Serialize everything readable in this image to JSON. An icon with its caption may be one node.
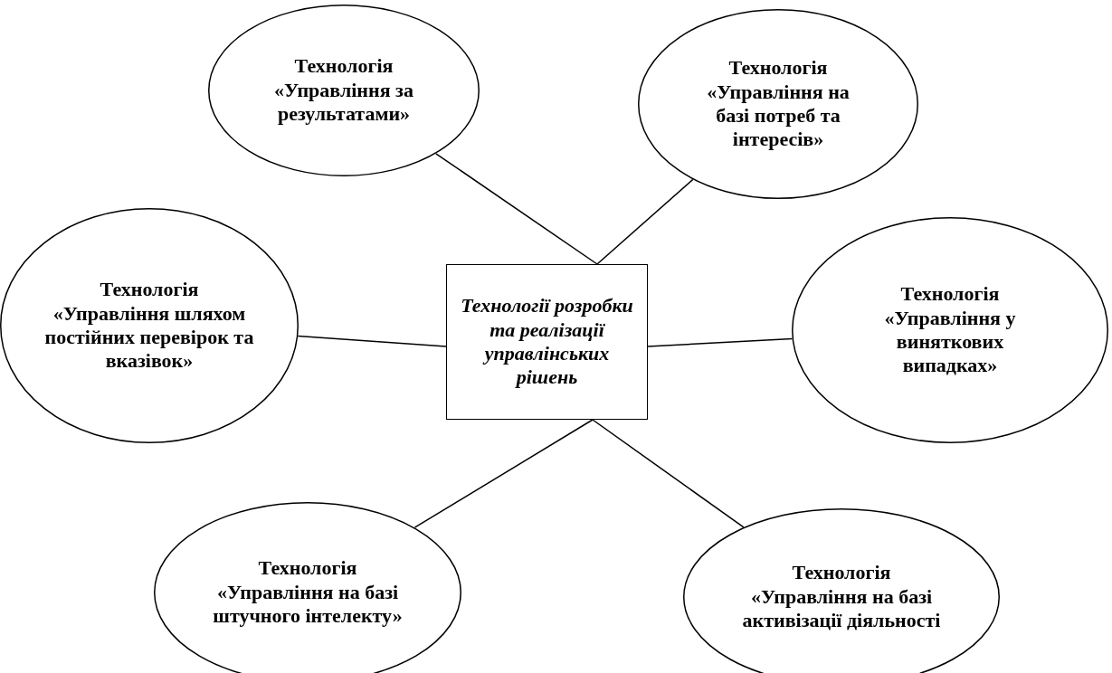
{
  "diagram": {
    "nodes": [
      {
        "text": [
          "Технології розробки та реалізації управлінських рішень"
        ]
      },
      {
        "text": [
          "Технологія",
          "«Управління за результатами»"
        ]
      },
      {
        "text": [
          "Технологія",
          "«Управління на базі потреб та інтересів»"
        ]
      },
      {
        "text": [
          "Технологія",
          "«Управління шляхом постійних перевірок та вказівок»"
        ]
      },
      {
        "text": [
          "Технологія",
          "«Управління у виняткових випадках»"
        ]
      },
      {
        "text": [
          "Технологія",
          "«Управління на базі штучного інтелекту»"
        ]
      },
      {
        "text": [
          "Технологія",
          "«Управління на базі активізації діяльності"
        ]
      }
    ],
    "edges": [
      {
        "from": 0,
        "to": 1,
        "arrow": "none"
      },
      {
        "from": 0,
        "to": 2,
        "arrow": "none"
      },
      {
        "from": 0,
        "to": 3,
        "arrow": "none"
      },
      {
        "from": 0,
        "to": 4,
        "arrow": "none"
      },
      {
        "from": 0,
        "to": 5,
        "arrow": "none"
      },
      {
        "from": 0,
        "to": 6,
        "arrow": "none"
      }
    ]
  }
}
